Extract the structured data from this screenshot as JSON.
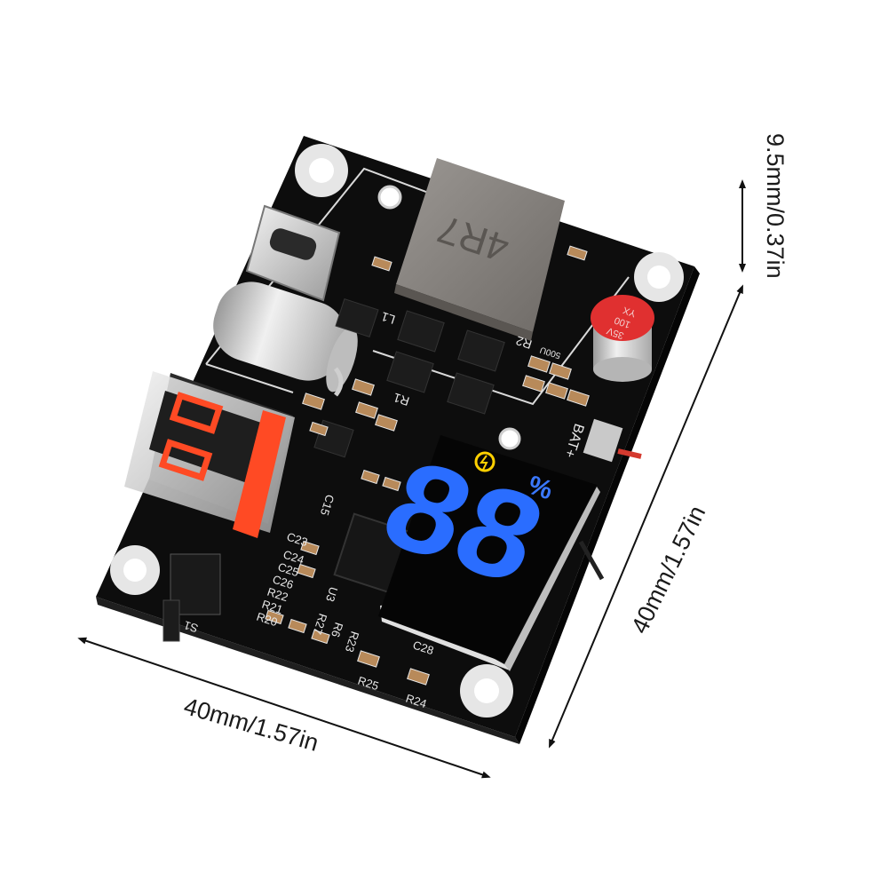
{
  "labels": {
    "width": "40mm/1.57in",
    "depth": "40mm/1.57in",
    "height": "9.5mm/0.37in"
  },
  "display": {
    "digits": "88",
    "percent": "%"
  },
  "markings": {
    "inductor": "4R7",
    "capacitor_line1": "YX",
    "capacitor_line2": "100",
    "capacitor_line3": "35V",
    "bat_plus": "BAT+",
    "r2": "R2",
    "r1": "R1",
    "l1": "L1",
    "r25": "R25",
    "r24": "R24",
    "c28": "C28",
    "u3": "U3",
    "c15": "C15",
    "c23": "C23",
    "c24": "C24",
    "c25": "C25",
    "c26": "C26",
    "r20": "R20",
    "r21": "R21",
    "r22": "R22",
    "r23": "R23",
    "r6": "R6",
    "r27": "R27",
    "s1": "S1",
    "r100": "500U"
  },
  "colors": {
    "pcb": "#101010",
    "silkscreen": "#e8e8e8",
    "digits": "#2a6dff",
    "usb_tab": "#ff4a24",
    "inductor": "#8a8682",
    "capacitor": "#c9c9c9",
    "cap_top": "#e03030",
    "indicator": "#ffd000"
  }
}
